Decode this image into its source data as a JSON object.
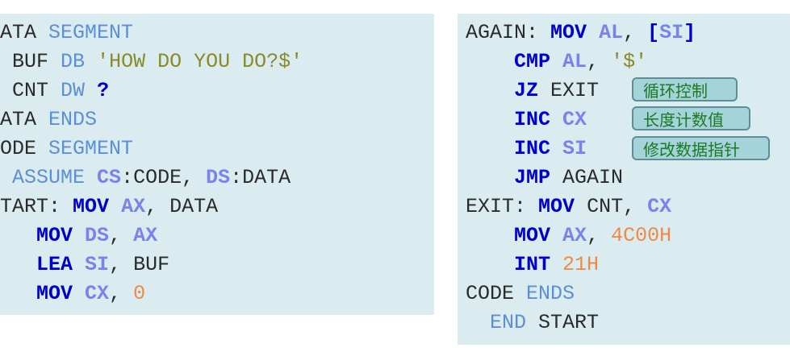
{
  "left": {
    "l1": {
      "a": "ATA",
      "b": "SEGMENT"
    },
    "l2": {
      "a": "BUF",
      "b": "DB",
      "c": "'HOW DO YOU DO?$'"
    },
    "l3": {
      "a": "CNT",
      "b": "DW",
      "c": "?"
    },
    "l4": {
      "a": "ATA",
      "b": "ENDS"
    },
    "l5": {
      "a": "ODE",
      "b": "SEGMENT"
    },
    "l6": {
      "a": "ASSUME",
      "b": "CS",
      "c": ":CODE, ",
      "d": "DS",
      "e": ":DATA"
    },
    "l7": {
      "a": "TART:",
      "b": "MOV",
      "c": "AX",
      "d": ", DATA"
    },
    "l8": {
      "a": "MOV",
      "b": "DS",
      "c": ",",
      "d": "AX"
    },
    "l9": {
      "a": "LEA",
      "b": "SI",
      "c": ", BUF"
    },
    "l10": {
      "a": "MOV",
      "b": "CX",
      "c": ",",
      "d": "0"
    }
  },
  "right": {
    "l1": {
      "a": "AGAIN:",
      "b": "MOV",
      "c": "AL",
      "d": ",",
      "e": "[",
      "f": "SI",
      "g": "]"
    },
    "l2": {
      "a": "CMP",
      "b": "AL",
      "c": ",",
      "d": "'$'"
    },
    "l3": {
      "a": "JZ",
      "b": "EXIT"
    },
    "l4": {
      "a": "INC",
      "b": "CX"
    },
    "l5": {
      "a": "INC",
      "b": "SI"
    },
    "l6": {
      "a": "JMP",
      "b": "AGAIN"
    },
    "l7": {
      "a": "EXIT:",
      "b": "MOV",
      "c": "CNT,",
      "d": "CX"
    },
    "l8": {
      "a": "MOV",
      "b": "AX",
      "c": ",",
      "d": "4C00H"
    },
    "l9": {
      "a": "INT",
      "b": "21H"
    },
    "l10": {
      "a": "CODE",
      "b": "ENDS"
    },
    "l11": {
      "a": "END",
      "b": "START"
    }
  },
  "notes": {
    "loop_control": "循环控制",
    "length_count": "长度计数值",
    "modify_pointer": "修改数据指针"
  }
}
